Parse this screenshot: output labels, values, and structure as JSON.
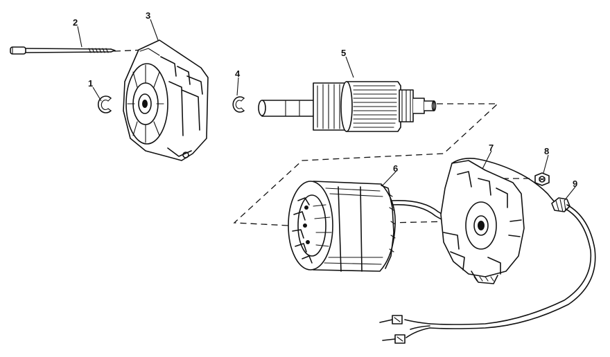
{
  "diagram": {
    "callouts": [
      {
        "id": "1",
        "label": "1"
      },
      {
        "id": "2",
        "label": "2"
      },
      {
        "id": "3",
        "label": "3"
      },
      {
        "id": "4",
        "label": "4"
      },
      {
        "id": "5",
        "label": "5"
      },
      {
        "id": "6",
        "label": "6"
      },
      {
        "id": "7",
        "label": "7"
      },
      {
        "id": "8",
        "label": "8"
      },
      {
        "id": "9",
        "label": "9"
      }
    ],
    "parts": [
      {
        "ref": "1",
        "shape": "retaining-ring"
      },
      {
        "ref": "2",
        "shape": "through-bolt"
      },
      {
        "ref": "3",
        "shape": "end-bell-housing"
      },
      {
        "ref": "4",
        "shape": "retaining-ring"
      },
      {
        "ref": "5",
        "shape": "armature"
      },
      {
        "ref": "6",
        "shape": "field-stator"
      },
      {
        "ref": "7",
        "shape": "end-bell-with-brushes"
      },
      {
        "ref": "8",
        "shape": "nut"
      },
      {
        "ref": "9",
        "shape": "strain-relief-and-cord"
      }
    ],
    "colors": {
      "ink": "#111111",
      "paper": "#ffffff"
    }
  }
}
